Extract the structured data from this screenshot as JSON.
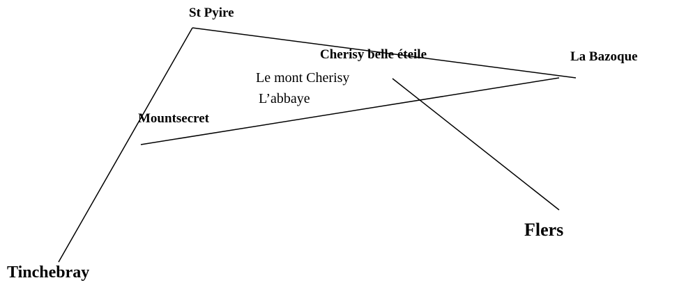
{
  "places": {
    "st_pyire": "St Pyire",
    "cherisy_belle_etoile": "Cherisy belle éteile",
    "la_bazoque": "La Bazoque",
    "le_mont_cherisy": "Le mont Cherisy",
    "labbaye": "L’abbaye",
    "mountsecret": "Mountsecret",
    "flers": "Flers",
    "tinchebray": "Tinchebray"
  },
  "line_color": "#000000"
}
